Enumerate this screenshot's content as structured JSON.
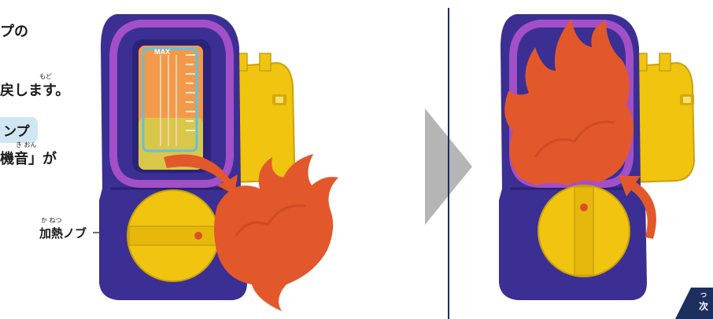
{
  "left_text": {
    "line1_suffix": "プの",
    "line2_ruby": "もど",
    "line2": "戻します。",
    "tag_suffix": "ンプ",
    "line4_ruby": "き おん",
    "line4": "機音」が"
  },
  "knob_label": {
    "ruby": "か ねつ",
    "text": "加熱ノブ"
  },
  "gauge_label": "MAX",
  "corner_badge": {
    "ruby": "つ",
    "text": "次"
  },
  "colors": {
    "body_purple": "#3b2f94",
    "frame_magenta": "#a24fc8",
    "yellow": "#f1c40f",
    "flame_orange": "#e2582b",
    "arrow_gray": "#b5b5b5",
    "divider": "#1d2f5e",
    "badge_navy": "#1d2f5e"
  },
  "icons": [
    "curved-arrow-icon",
    "chevron-right-icon",
    "flame-part"
  ]
}
